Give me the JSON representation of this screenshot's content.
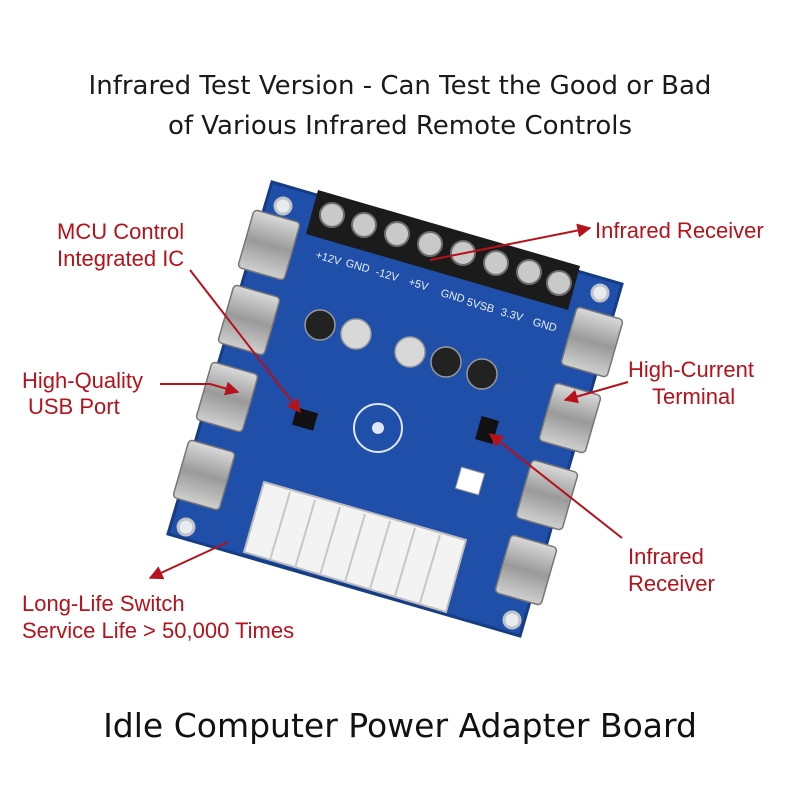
{
  "header": {
    "line1": "Infrared Test Version - Can Test the Good or Bad",
    "line2": "of Various Infrared Remote Controls"
  },
  "callouts": {
    "mcu_line1": "MCU Control",
    "mcu_line2": "Integrated IC",
    "ir_top": "Infrared Receiver",
    "usb_line1": "High-Quality",
    "usb_line2": "USB Port",
    "hc_line1": "High-Current",
    "hc_line2": "Terminal",
    "ir_line1": "Infrared",
    "ir_line2": "Receiver",
    "sw_line1": "Long-Life Switch",
    "sw_line2": "Service Life > 50,000 Times"
  },
  "board_silkscreen": [
    "+12V",
    "GND",
    "-12V",
    "+5V",
    "GND",
    "5VSB",
    "3.3V",
    "GND"
  ],
  "footer": {
    "title": "Idle Computer Power Adapter Board"
  },
  "colors": {
    "accent": "#b5121b",
    "pcb": "#1f4fa8",
    "text": "#1a1a1a"
  }
}
